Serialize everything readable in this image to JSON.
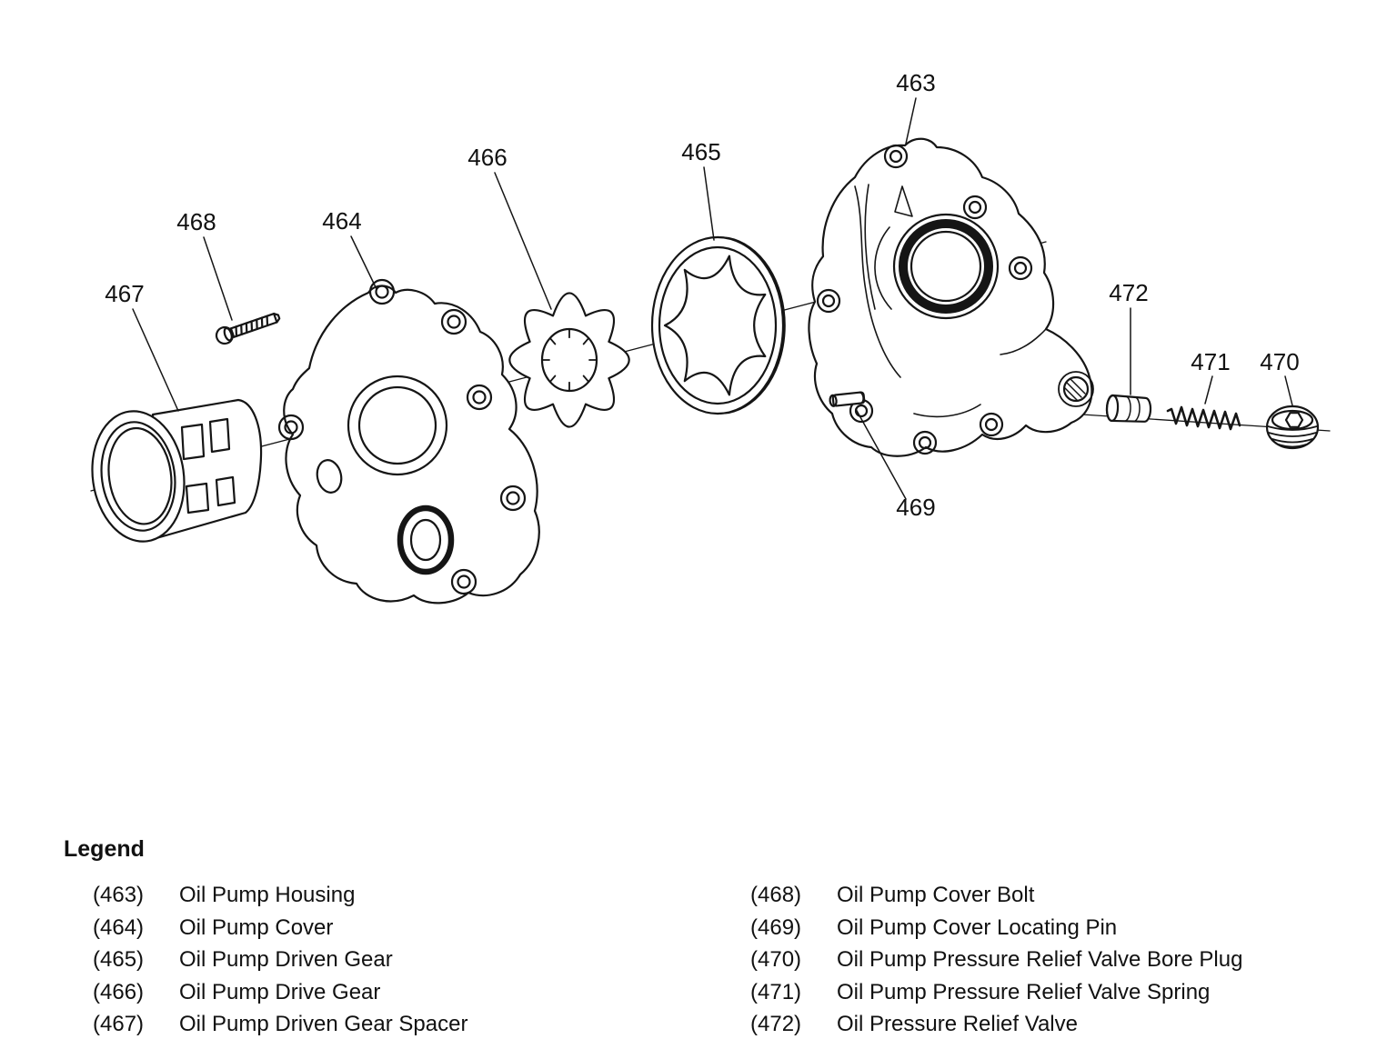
{
  "figure": {
    "callouts": {
      "c463": "463",
      "c464": "464",
      "c465": "465",
      "c466": "466",
      "c467": "467",
      "c468": "468",
      "c469": "469",
      "c470": "470",
      "c471": "471",
      "c472": "472"
    }
  },
  "legend": {
    "title": "Legend",
    "left": [
      {
        "num": "(463)",
        "label": "Oil Pump Housing"
      },
      {
        "num": "(464)",
        "label": "Oil Pump Cover"
      },
      {
        "num": "(465)",
        "label": "Oil Pump Driven Gear"
      },
      {
        "num": "(466)",
        "label": "Oil Pump Drive Gear"
      },
      {
        "num": "(467)",
        "label": "Oil Pump Driven Gear Spacer"
      }
    ],
    "right": [
      {
        "num": "(468)",
        "label": "Oil Pump Cover Bolt"
      },
      {
        "num": "(469)",
        "label": "Oil Pump Cover Locating Pin"
      },
      {
        "num": "(470)",
        "label": "Oil Pump Pressure Relief Valve Bore Plug"
      },
      {
        "num": "(471)",
        "label": "Oil Pump Pressure Relief Valve Spring"
      },
      {
        "num": "(472)",
        "label": "Oil Pressure Relief Valve"
      }
    ]
  }
}
